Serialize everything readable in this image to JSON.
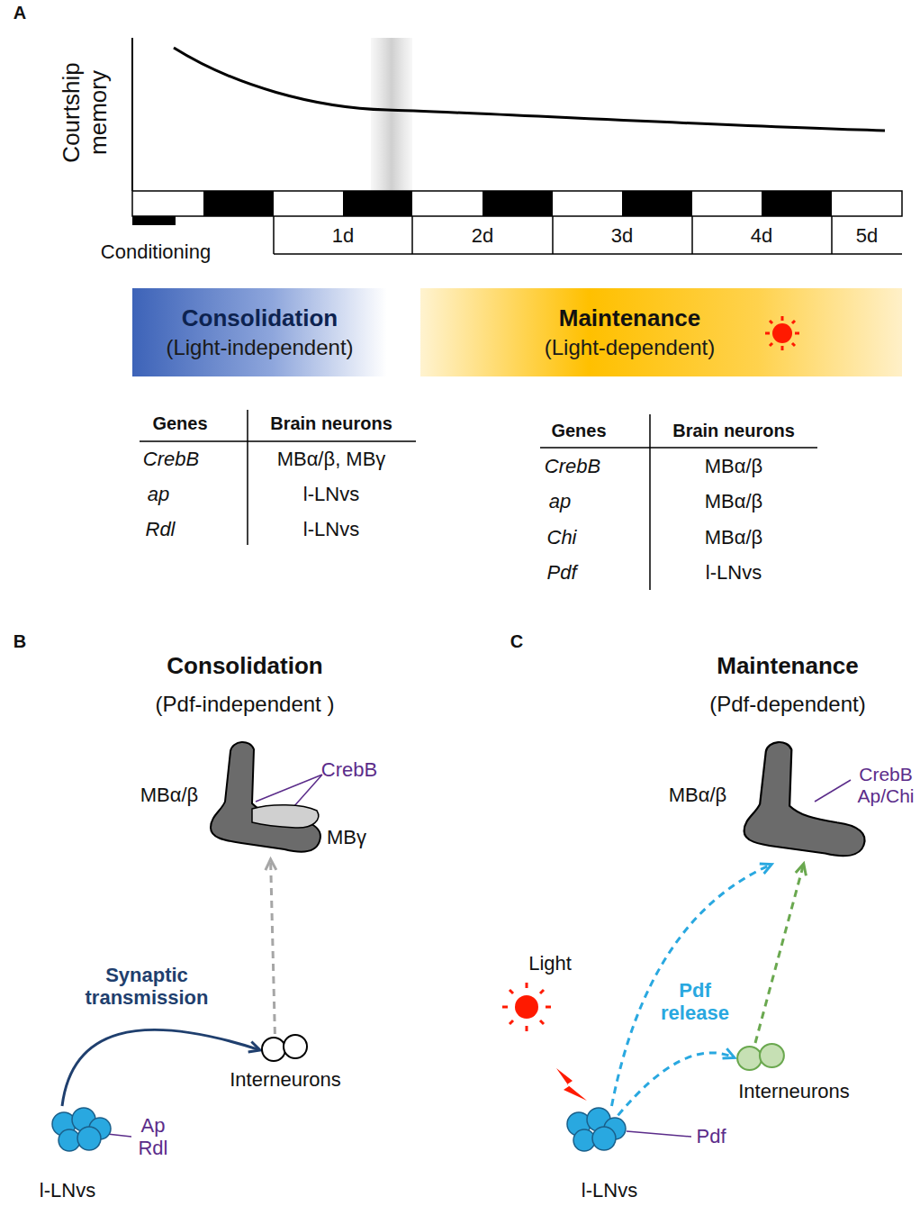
{
  "diagram": {
    "nodes": [
      {
        "text": [
          "Consolidation",
          "(Light-independent)"
        ]
      },
      {
        "text": [
          "Maintenance",
          "(Light-dependent)"
        ]
      },
      {
        "text": [
          "MBα/β",
          "CrebB",
          "MBγ"
        ]
      },
      {
        "text": [
          "Interneurons"
        ]
      },
      {
        "text": [
          "l-LNvs",
          "Ap Rdl"
        ]
      },
      {
        "text": [
          "MBα/β",
          "CrebB Ap/Chi"
        ]
      },
      {
        "text": [
          "Interneurons"
        ]
      },
      {
        "text": [
          "l-LNvs",
          "Pdf"
        ]
      }
    ],
    "edges": [
      {
        "from": 4,
        "to": 3,
        "arrow": "to",
        "label": "Synaptic transmission"
      },
      {
        "from": 3,
        "to": 2,
        "arrow": "to"
      },
      {
        "from": 7,
        "to": 5,
        "arrow": "to"
      },
      {
        "from": 7,
        "to": 6,
        "arrow": "to",
        "label": "Pdf release"
      },
      {
        "from": 6,
        "to": 5,
        "arrow": "to"
      }
    ],
    "labels": [
      "A",
      "Courtship memory",
      "Conditioning",
      "1d",
      "2d",
      "3d",
      "4d",
      "5d",
      "Genes",
      "Brain neurons",
      "CrebB",
      "MBα/β, MBγ",
      "ap",
      "l-LNvs",
      "Rdl",
      "l-LNvs",
      "Genes",
      "Brain neurons",
      "CrebB",
      "MBα/β",
      "ap",
      "MBα/β",
      "Chi",
      "MBα/β",
      "Pdf",
      "l-LNvs",
      "B",
      "Consolidation",
      "(Pdf-independent )",
      "C",
      "Maintenance",
      "(Pdf-dependent)",
      "Light"
    ]
  }
}
